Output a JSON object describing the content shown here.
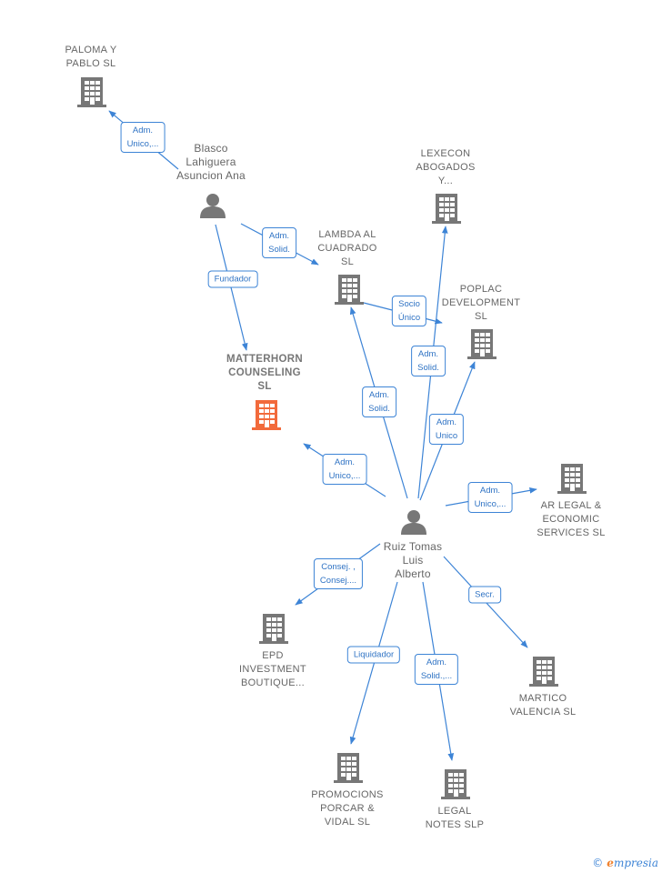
{
  "colors": {
    "edge": "#3d84d6",
    "company": "#777777",
    "focus": "#f26a3b",
    "person": "#777777"
  },
  "nodes": [
    {
      "id": "paloma",
      "type": "company",
      "label": "PALOMA Y\nPABLO  SL"
    },
    {
      "id": "blasco",
      "type": "person",
      "label": "Blasco\nLahiguera\nAsuncion Ana"
    },
    {
      "id": "lexecon",
      "type": "company",
      "label": "LEXECON\nABOGADOS\nY..."
    },
    {
      "id": "lambda",
      "type": "company",
      "label": "LAMBDA AL\nCUADRADO\nSL"
    },
    {
      "id": "poplac",
      "type": "company",
      "label": "POPLAC\nDEVELOPMENT\nSL"
    },
    {
      "id": "matterhorn",
      "type": "focus",
      "label": "MATTERHORN\nCOUNSELING\nSL"
    },
    {
      "id": "ar_legal",
      "type": "company",
      "label": "AR LEGAL &\nECONOMIC\nSERVICES  SL"
    },
    {
      "id": "ruiz",
      "type": "person",
      "label": "Ruiz Tomas\nLuis\nAlberto"
    },
    {
      "id": "epd",
      "type": "company",
      "label": "EPD\nINVESTMENT\nBOUTIQUE..."
    },
    {
      "id": "martico",
      "type": "company",
      "label": "MARTICO\nVALENCIA SL"
    },
    {
      "id": "promocions",
      "type": "company",
      "label": "PROMOCIONS\nPORCAR &\nVIDAL  SL"
    },
    {
      "id": "legal_notes",
      "type": "company",
      "label": "LEGAL\nNOTES  SLP"
    }
  ],
  "edges": [
    {
      "from": "blasco",
      "to": "paloma",
      "label": "Adm.\nUnico,..."
    },
    {
      "from": "blasco",
      "to": "lambda",
      "label": "Adm.\nSolid."
    },
    {
      "from": "blasco",
      "to": "matterhorn",
      "label": "Fundador"
    },
    {
      "from": "lambda",
      "to": "poplac",
      "label": "Socio\nÚnico"
    },
    {
      "from": "ruiz",
      "to": "lexecon",
      "label": "Adm.\nSolid."
    },
    {
      "from": "ruiz",
      "to": "lambda",
      "label": "Adm.\nSolid."
    },
    {
      "from": "ruiz",
      "to": "poplac",
      "label": "Adm.\nUnico"
    },
    {
      "from": "ruiz",
      "to": "matterhorn",
      "label": "Adm.\nUnico,..."
    },
    {
      "from": "ruiz",
      "to": "ar_legal",
      "label": "Adm.\nUnico,..."
    },
    {
      "from": "ruiz",
      "to": "epd",
      "label": "Consej. ,\nConsej...."
    },
    {
      "from": "ruiz",
      "to": "martico",
      "label": "Secr."
    },
    {
      "from": "ruiz",
      "to": "promocions",
      "label": "Liquidador"
    },
    {
      "from": "ruiz",
      "to": "legal_notes",
      "label": "Adm.\nSolid.,..."
    }
  ],
  "footer": {
    "copyright": "©",
    "brand_initial": "e",
    "brand_rest": "mpresia"
  }
}
